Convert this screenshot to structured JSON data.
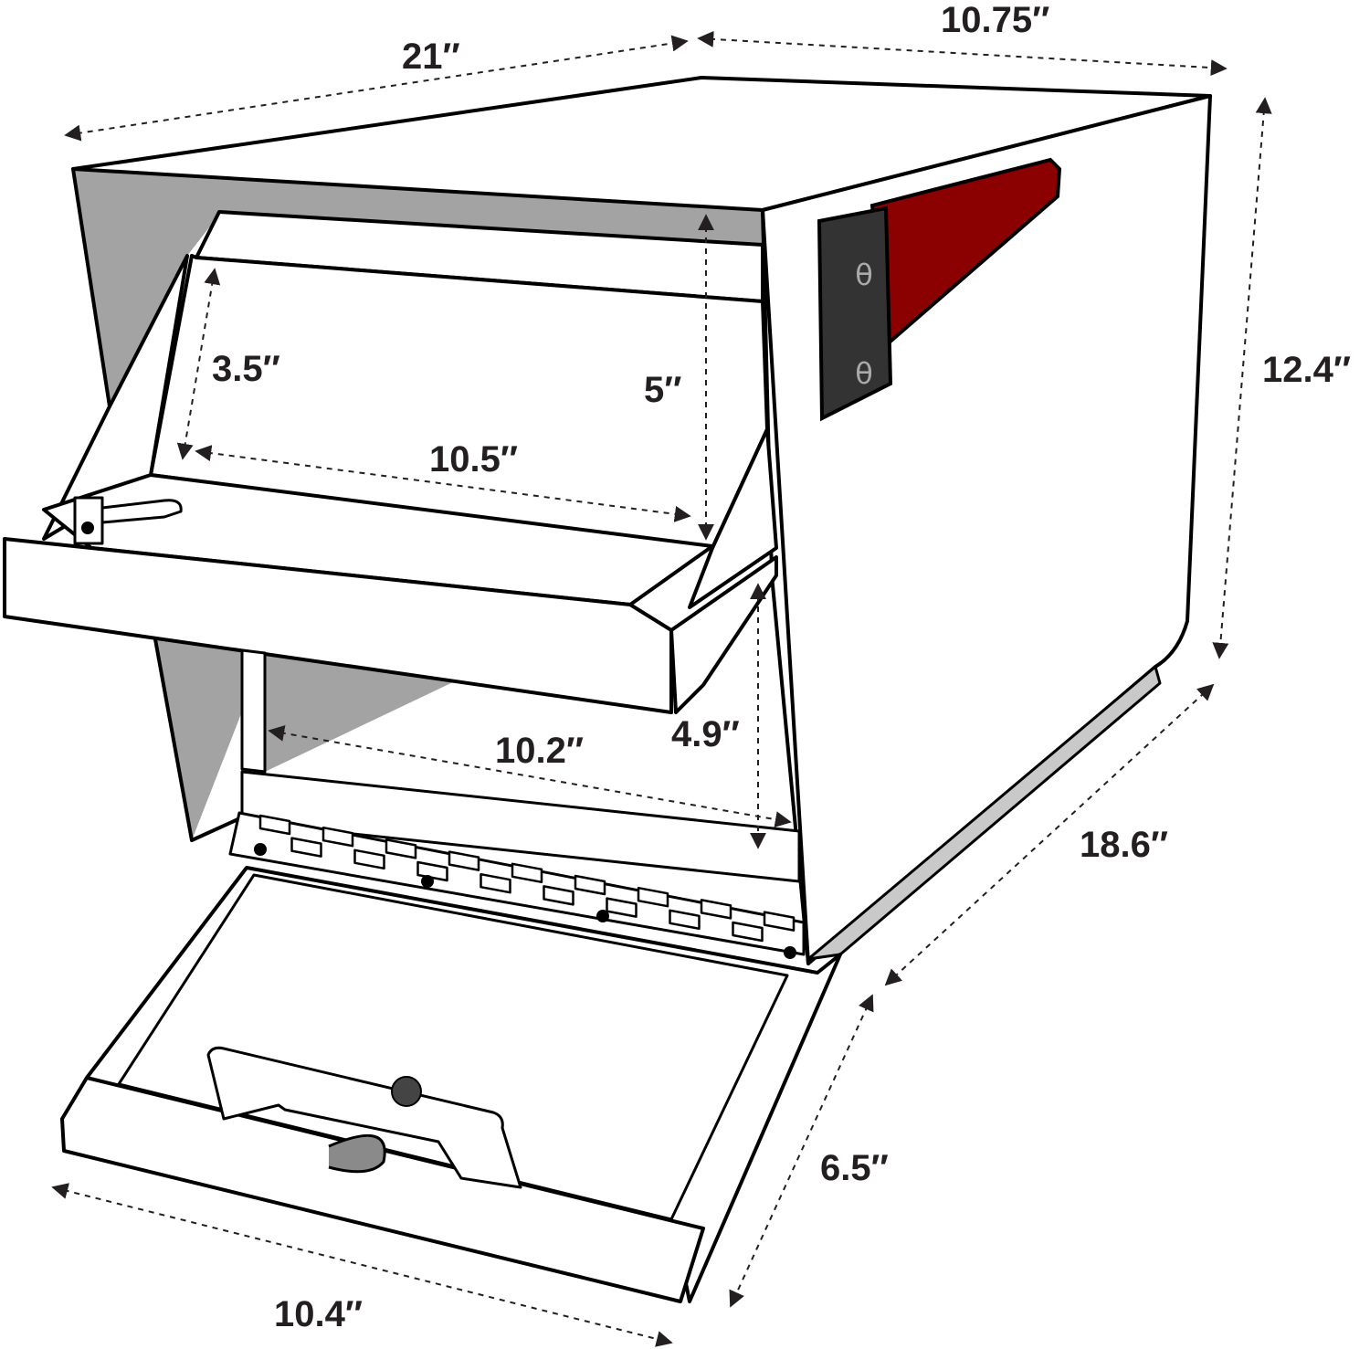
{
  "dimensions": {
    "depth_top": "21″",
    "width_top": "10.75″",
    "height": "12.4″",
    "flap_height": "3.5″",
    "slot_height": "5″",
    "slot_width": "10.5″",
    "opening_width": "10.2″",
    "opening_height": "4.9″",
    "base_depth": "18.6″",
    "door_height": "6.5″",
    "door_width": "10.4″"
  },
  "colors": {
    "flag": "#8b0000",
    "flag_mount": "#333333",
    "interior_shade": "#a3a3a3",
    "outline": "#000000"
  }
}
